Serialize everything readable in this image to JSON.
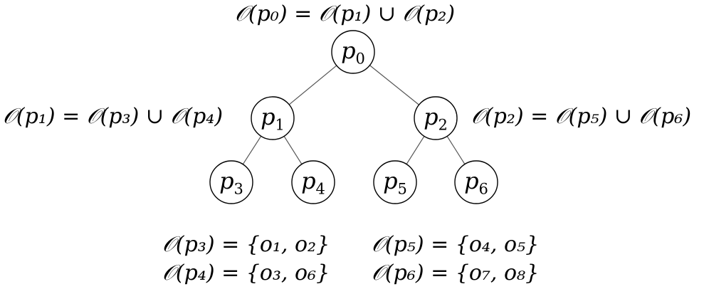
{
  "tree": {
    "nodes": [
      {
        "id": "p0",
        "label": "p",
        "sub": "0"
      },
      {
        "id": "p1",
        "label": "p",
        "sub": "1"
      },
      {
        "id": "p2",
        "label": "p",
        "sub": "2"
      },
      {
        "id": "p3",
        "label": "p",
        "sub": "3"
      },
      {
        "id": "p4",
        "label": "p",
        "sub": "4"
      },
      {
        "id": "p5",
        "label": "p",
        "sub": "5"
      },
      {
        "id": "p6",
        "label": "p",
        "sub": "6"
      }
    ],
    "edges": [
      {
        "from": "p0",
        "to": "p1"
      },
      {
        "from": "p0",
        "to": "p2"
      },
      {
        "from": "p1",
        "to": "p3"
      },
      {
        "from": "p1",
        "to": "p4"
      },
      {
        "from": "p2",
        "to": "p5"
      },
      {
        "from": "p2",
        "to": "p6"
      }
    ]
  },
  "equations": {
    "p0": "𝒪(p₀) = 𝒪(p₁) ∪ 𝒪(p₂)",
    "p1": "𝒪(p₁) = 𝒪(p₃) ∪ 𝒪(p₄)",
    "p2": "𝒪(p₂) = 𝒪(p₅) ∪ 𝒪(p₆)",
    "p3": "𝒪(p₃) = {o₁, o₂}",
    "p4": "𝒪(p₄) = {o₃, o₆}",
    "p5": "𝒪(p₅) = {o₄, o₅}",
    "p6": "𝒪(p₆) = {o₇, o₈}"
  }
}
